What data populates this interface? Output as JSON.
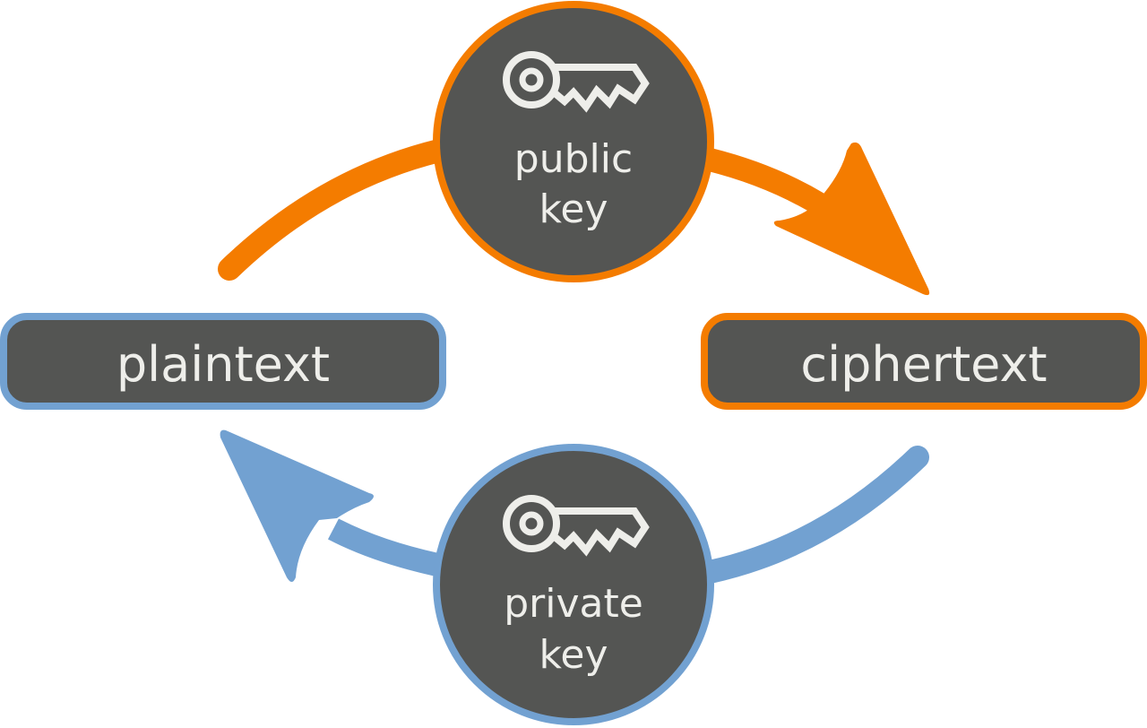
{
  "title": "Public-key encryption cycle",
  "colors": {
    "encrypt": "#f47c00",
    "decrypt": "#72a1d1",
    "node_fill": "#545553",
    "text": "#eeeeea",
    "background": "#ffffff"
  },
  "nodes": {
    "plaintext": {
      "label": "plaintext"
    },
    "ciphertext": {
      "label": "ciphertext"
    },
    "public_key": {
      "line1": "public",
      "line2": "key",
      "icon": "key-icon"
    },
    "private_key": {
      "line1": "private",
      "line2": "key",
      "icon": "key-icon"
    }
  },
  "edges": [
    {
      "from": "plaintext",
      "to": "ciphertext",
      "via": "public_key",
      "color": "encrypt"
    },
    {
      "from": "ciphertext",
      "to": "plaintext",
      "via": "private_key",
      "color": "decrypt"
    }
  ]
}
